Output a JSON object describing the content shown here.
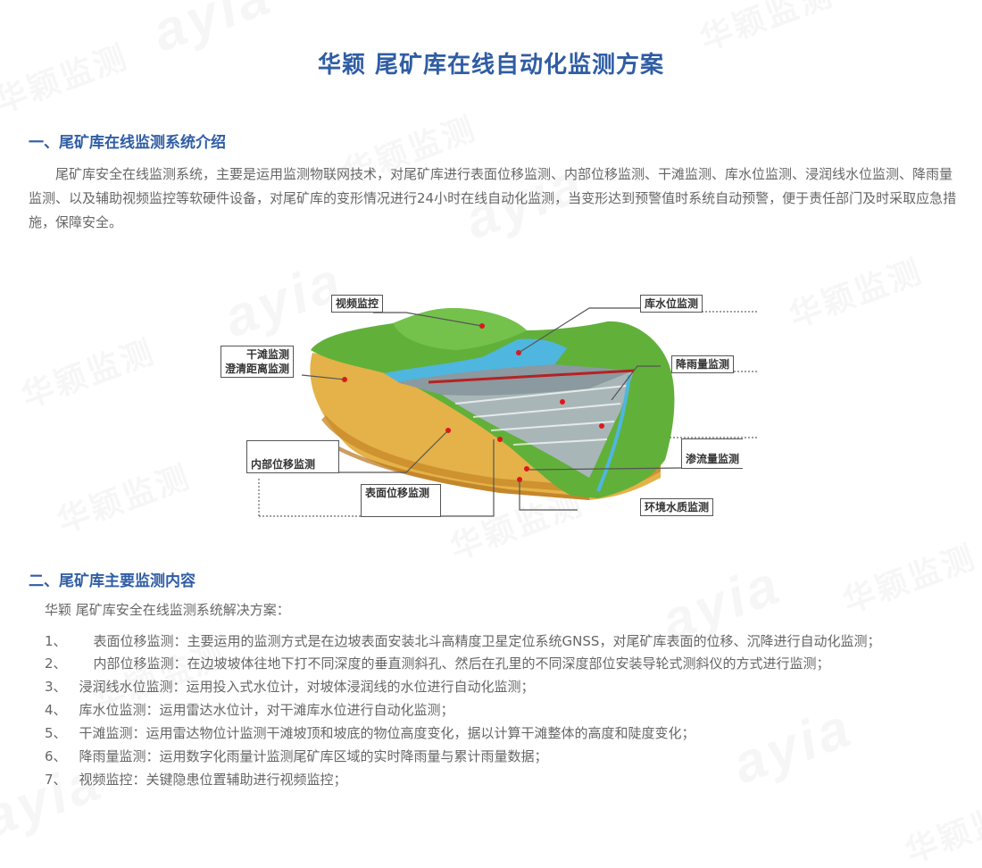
{
  "document": {
    "title": "华颖 尾矿库在线自动化监测方案",
    "watermark_latin": "ayia",
    "watermark_cn": "华颖监测",
    "accent_color": "#2f5da4",
    "body_text_color": "#666666"
  },
  "section_1": {
    "heading": "一、尾矿库在线监测系统介绍",
    "paragraph": "尾矿库安全在线监测系统，主要是运用监测物联网技术，对尾矿库进行表面位移监测、内部位移监测、干滩监测、库水位监测、浸润线水位监测、降雨量监测、以及辅助视频监控等软硬件设备，对尾矿库的变形情况进行24小时在线自动化监测，当变形达到预警值时系统自动预警，便于责任部门及时采取应急措施，保障安全。"
  },
  "diagram": {
    "labels": {
      "video": "视频监控",
      "reservoir_water_level": "库水位监测",
      "dry_beach_line1": "干滩监测",
      "dry_beach_line2": "澄清距离监测",
      "rainfall": "降雨量监测",
      "internal_displacement": "内部位移监测",
      "seepage": "渗流量监测",
      "surface_displacement": "表面位移监测",
      "water_quality": "环境水质监测"
    },
    "colors": {
      "grass": "#5fae3a",
      "soil": "#e7b94a",
      "water": "#4fb6df",
      "tailings": "#8a9aa0",
      "sensor": "#e3141b"
    }
  },
  "section_2": {
    "heading": "二、尾矿库主要监测内容",
    "intro": "华颖 尾矿库安全在线监测系统解决方案：",
    "items": [
      {
        "num": "1、",
        "text": "表面位移监测：主要运用的监测方式是在边坡表面安装北斗高精度卫星定位系统GNSS，对尾矿库表面的位移、沉降进行自动化监测；"
      },
      {
        "num": "2、",
        "text": "内部位移监测：在边坡坡体往地下打不同深度的垂直测斜孔、然后在孔里的不同深度部位安装导轮式测斜仪的方式进行监测；"
      },
      {
        "num": "3、",
        "text": "浸润线水位监测：运用投入式水位计，对坡体浸润线的水位进行自动化监测；"
      },
      {
        "num": "4、",
        "text": "库水位监测：运用雷达水位计，对干滩库水位进行自动化监测；"
      },
      {
        "num": "5、",
        "text": "干滩监测：运用雷达物位计监测干滩坡顶和坡底的物位高度变化，据以计算干滩整体的高度和陡度变化；"
      },
      {
        "num": "6、",
        "text": "降雨量监测：运用数字化雨量计监测尾矿库区域的实时降雨量与累计雨量数据；"
      },
      {
        "num": "7、",
        "text": "视频监控：关键隐患位置辅助进行视频监控；"
      }
    ]
  }
}
